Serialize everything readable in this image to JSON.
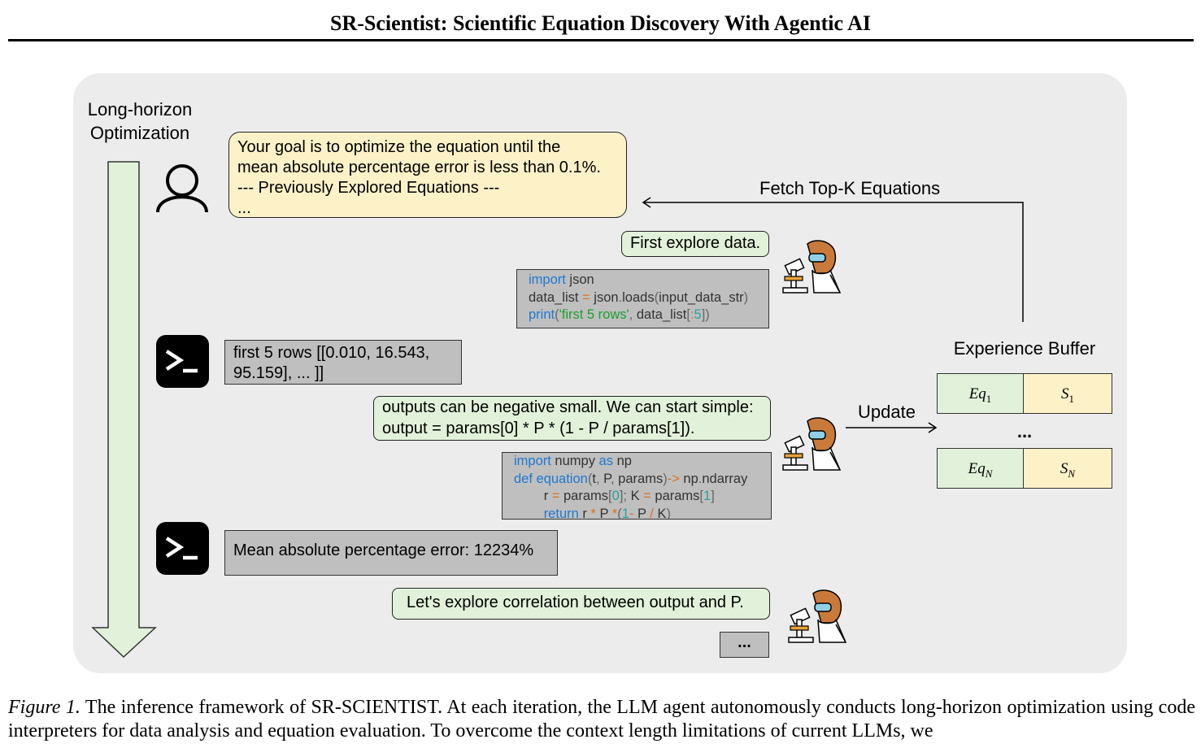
{
  "header": {
    "title": "SR-Scientist: Scientific Equation Discovery With Agentic AI"
  },
  "diagram": {
    "timeline_label": [
      "Long-horizon",
      "Optimization"
    ],
    "user_prompt": [
      "Your goal is to optimize the equation until the",
      "mean absolute percentage error is less than 0.1%.",
      "--- Previously Explored Equations ---",
      "..."
    ],
    "fetch_label": "Fetch Top-K Equations",
    "agent_msg1": "First explore data.",
    "code1": {
      "l1_kw": "import",
      "l1_rest": " json",
      "l2_a": "data_list ",
      "l2_op": "=",
      "l2_b": " json",
      "l2_dot": ".",
      "l2_c": "loads",
      "l2_p1": "(",
      "l2_d": "input_data_str",
      "l2_p2": ")",
      "l3_kw": "print",
      "l3_p1": "(",
      "l3_str": "'first 5 rows'",
      "l3_c": ",",
      "l3_d": " data_list",
      "l3_p2": "[",
      "l3_op": ":",
      "l3_num": "5",
      "l3_p3": "])"
    },
    "output1": [
      "first 5 rows [[0.010, 16.543,",
      "95.159], ... ]]"
    ],
    "agent_msg2": [
      "outputs can be negative small. We can start simple:",
      "output = params[0] * P * (1 - P / params[1])."
    ],
    "code2": {
      "l1_kw1": "import",
      "l1_a": " numpy ",
      "l1_kw2": "as",
      "l1_b": " np",
      "l2_kw": "def",
      "l2_fn": " equation",
      "l2_p1": "(",
      "l2_a": "t",
      "l2_c1": ",",
      "l2_b": " P",
      "l2_c2": ",",
      "l2_d": " params",
      "l2_p2": ")",
      "l2_op": "->",
      "l2_e": " np",
      "l2_dot": ".",
      "l2_f": "ndarray",
      "l3_a": "r ",
      "l3_op1": "=",
      "l3_b": " params",
      "l3_p1": "[",
      "l3_n1": "0",
      "l3_p2": "];",
      "l3_c": " K ",
      "l3_op2": "=",
      "l3_d": " params",
      "l3_p3": "[",
      "l3_n2": "1",
      "l3_p4": "]",
      "l4_kw": "return",
      "l4_a": " r ",
      "l4_op1": "*",
      "l4_b": " P ",
      "l4_op2": "*",
      "l4_p1": "(",
      "l4_n": "1",
      "l4_op3": "-",
      "l4_c": " P ",
      "l4_op4": "/",
      "l4_d": " K",
      "l4_p2": ")"
    },
    "output2": "Mean absolute percentage error: 12234%",
    "agent_msg3": "Let's explore correlation between output and P.",
    "ellipsis_box": "...",
    "update_label": "Update",
    "buffer": {
      "title": "Experience Buffer",
      "row1": {
        "eq": "Eq",
        "eq_sub": "1",
        "s": "S",
        "s_sub": "1"
      },
      "dots": "...",
      "row2": {
        "eq": "Eq",
        "eq_sub": "N",
        "s": "S",
        "s_sub": "N"
      }
    },
    "colors": {
      "panel": "#ececec",
      "yellow_bubble": "#fdf1c8",
      "green_bubble": "#e2f2da",
      "gray_box": "#bfbfbf",
      "arrow": "#e2f2da"
    }
  },
  "caption": {
    "head": "Figure 1.",
    "text": " The inference framework of SR-SCIENTIST. At each iteration, the LLM agent autonomously conducts long-horizon optimization using code interpreters for data analysis and equation evaluation. To overcome the context length limitations of current LLMs, we"
  }
}
